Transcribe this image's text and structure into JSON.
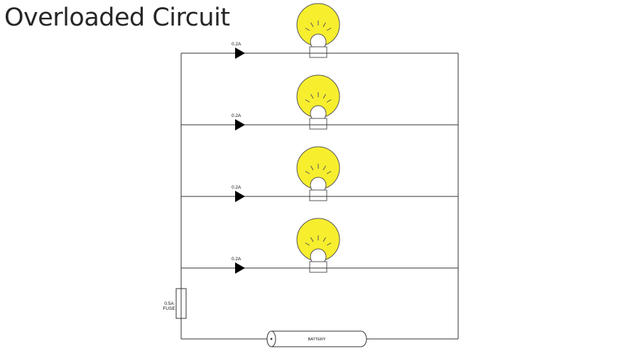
{
  "title": "Overloaded Circuit",
  "colors": {
    "bulb_glow": "#f7ee2e",
    "bulb_outline": "#555555",
    "wire": "#333333",
    "arrow": "#000000"
  },
  "branches": [
    {
      "current_label": "0.2A",
      "bulb": "light-bulb-icon"
    },
    {
      "current_label": "0.2A",
      "bulb": "light-bulb-icon"
    },
    {
      "current_label": "0.2A",
      "bulb": "light-bulb-icon"
    },
    {
      "current_label": "0.2A",
      "bulb": "light-bulb-icon"
    }
  ],
  "fuse": {
    "rating": "0.5A",
    "label": "FUSE"
  },
  "battery": {
    "label": "BATTERY"
  }
}
